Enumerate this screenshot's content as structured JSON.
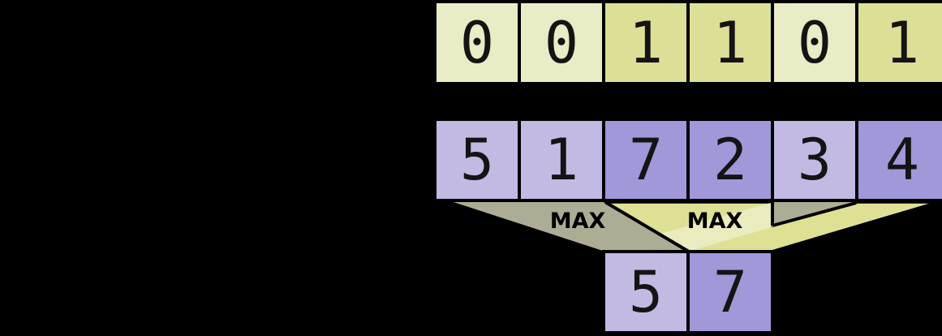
{
  "arrays": {
    "mask_cells": [
      "0",
      "0",
      "1",
      "1",
      "0",
      "1"
    ],
    "value_cells": [
      "5",
      "1",
      "7",
      "2",
      "3",
      "4"
    ],
    "result_cells": [
      "5",
      "7"
    ]
  },
  "funnels": {
    "left_label": "MAX",
    "right_label": "MAX"
  },
  "colors": {
    "background": "#000000",
    "mask_cell_light": "#e9ecc4",
    "mask_cell_dark": "#dcdf96",
    "value_cell_light": "#c3bae4",
    "value_cell_dark": "#a098d8",
    "funnel_light": "#eef0cd",
    "funnel_dark": "#dee194",
    "cell_border": "#000000",
    "digit": "#141414"
  }
}
